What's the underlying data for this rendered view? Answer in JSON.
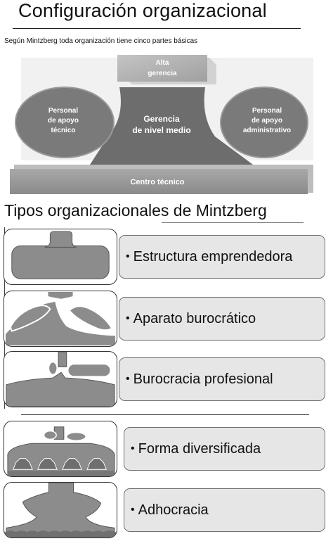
{
  "header": {
    "title": "Configuración organizacional",
    "subtitle": "Según Mintzberg toda organización tiene cinco partes básicas"
  },
  "diagram": {
    "top_label_line1": "Alta",
    "top_label_line2": "gerencia",
    "left_label_line1": "Personal",
    "left_label_line2": "de apoyo",
    "left_label_line3": "técnico",
    "center_label_line1": "Gerencia",
    "center_label_line2": "de nivel medio",
    "right_label_line1": "Personal",
    "right_label_line2": "de apoyo",
    "right_label_line3": "administrativo",
    "base_label": "Centro técnico"
  },
  "types_section": {
    "heading": "Tipos organizacionales de Mintzberg",
    "bullet": "•",
    "items": [
      {
        "label": "Estructura emprendedora"
      },
      {
        "label": "Aparato burocrático"
      },
      {
        "label": "Burocracia profesional"
      },
      {
        "label": "Forma diversificada"
      },
      {
        "label": "Adhocracia"
      }
    ]
  },
  "colors": {
    "shape_gray": "#8c8c8c",
    "dark_gray": "#6e6e6e",
    "label_box_fill": "#e6e6e6"
  }
}
